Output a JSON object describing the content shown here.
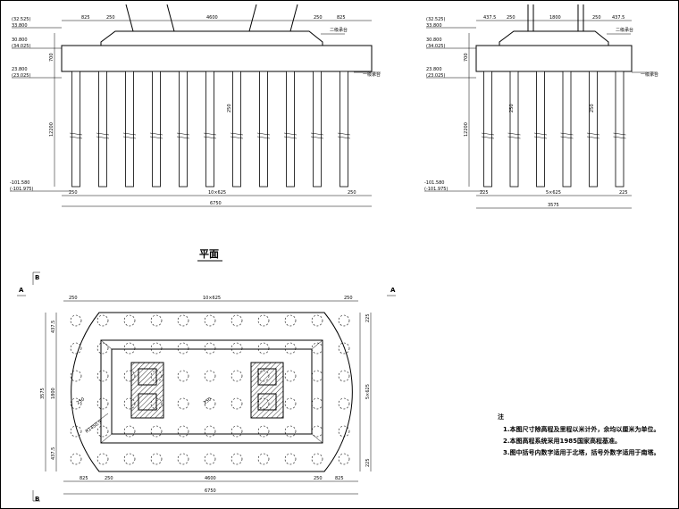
{
  "elev_top": "(32.525)",
  "elev_top2": "33.800",
  "elev_cap_top": "30.800",
  "elev_cap_top2": "(34.025)",
  "elev_cap_bottom": "23.800",
  "elev_cap_bottom2": "(23.025)",
  "elev_pile_tip": "-101.580",
  "elev_pile_tip2": "(-101.975)",
  "label_cap": "二级承台",
  "label_cap_lower": "一级承台",
  "dim_cap_height": "700",
  "dim_pile_length": "12200",
  "dim_pile_dia": "250",
  "dim_edge": "250",
  "dim_825": "825",
  "dim_4600": "4600",
  "dim_10x625": "10×625",
  "dim_6750": "6750",
  "dim_437": "437.5",
  "dim_1800": "1800",
  "dim_225": "225",
  "dim_5x625": "5×625",
  "dim_3575": "3575",
  "plan_title": "平面",
  "plan_radius": "R1450.9",
  "section_a": "A",
  "section_b": "B",
  "notes_title": "注",
  "note_1": "1.本图尺寸除高程及里程以米计外，余均以厘米为单位。",
  "note_2": "2.本图高程系统采用1985国家高程基准。",
  "note_3": "3.图中括号内数字适用于北塔，括号外数字适用于南塔。"
}
